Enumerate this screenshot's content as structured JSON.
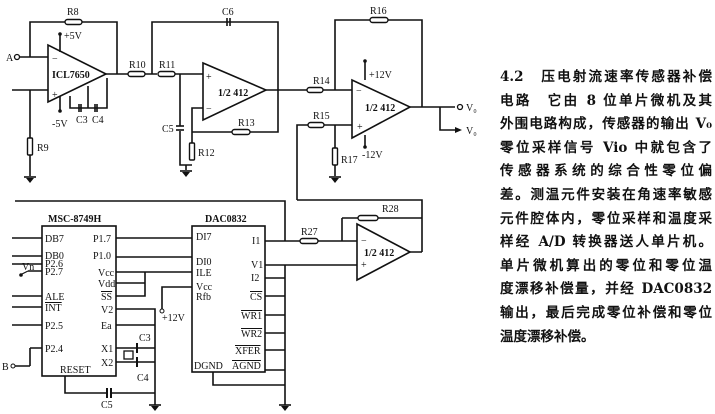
{
  "labels": {
    "A": "A",
    "B": "B",
    "R8": "R8",
    "R9": "R9",
    "R10": "R10",
    "R11": "R11",
    "R12": "R12",
    "R13": "R13",
    "R14": "R14",
    "R15": "R15",
    "R16": "R16",
    "R17": "R17",
    "R27": "R27",
    "R28": "R28",
    "C3a": "C3",
    "C4a": "C4",
    "C5a": "C5",
    "C6": "C6",
    "C3b": "C3",
    "C4b": "C4",
    "C5b": "C5",
    "icl": "ICL7650",
    "op2": "1/2 412",
    "op3": "1/2 412",
    "op4": "1/2 412",
    "p5v": "+5V",
    "m5v": "-5V",
    "p12a": "+12V",
    "m12": "-12V",
    "p12b": "+12V",
    "vo1": "V₀",
    "vo2": "V₀",
    "vn": "Vn",
    "minus": "−",
    "plus": "+"
  },
  "mcu": {
    "name": "MSC-8749H",
    "left_pins": [
      "DB7",
      "DB0",
      "P2.6",
      "P2.7",
      "ALE",
      "INT",
      "P2.5",
      "P2.4"
    ],
    "right_pins": [
      "P1.7",
      "P1.0",
      "Vcc",
      "Vdd",
      "SS",
      "V2",
      "Ea",
      "X1",
      "X2"
    ],
    "bottom_pin": "RESET"
  },
  "dac": {
    "name": "DAC0832",
    "left_pins": [
      "DI7",
      "DI0",
      "ILE",
      "Vcc",
      "Rfb"
    ],
    "right_pins": [
      "I1",
      "V1",
      "I2",
      "CS",
      "WR1",
      "WR2",
      "XFER"
    ],
    "bottom_pins": [
      "DGND",
      "AGND"
    ]
  },
  "text": {
    "lines": [
      "4.2　压电射流速率传感器补偿",
      "电路　它由 8 位单片微机及其",
      "外围电路构成，传感器的输出 V₀",
      "零位采样信号 Vio 中就包含了",
      "传感器系统的综合性零位偏",
      "差。测温元件安装在角速率敏感",
      "元件腔体内，零位采样和温度采",
      "样经 A/D 转换器送人单片机。",
      "单片微机算出的零位和零位温",
      "度漂移补偿量，并经 DAC0832",
      "输出，最后完成零位补偿和零位",
      "温度漂移补偿。"
    ]
  }
}
